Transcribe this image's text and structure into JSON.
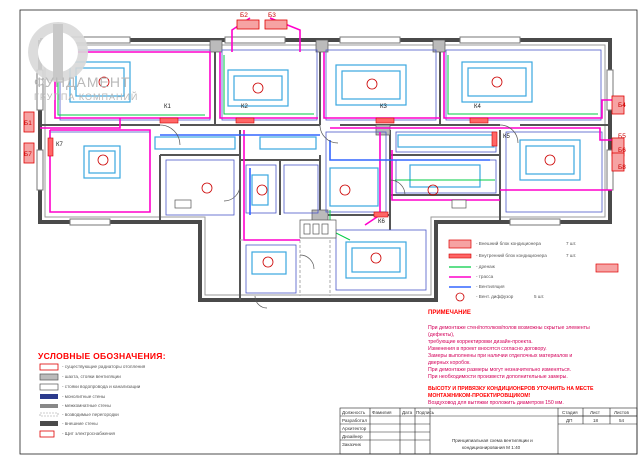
{
  "logo": {
    "title": "ФУНДАМЕНТ",
    "subtitle": "ГРУППА КОМПАНИЙ"
  },
  "outdoor_tags": [
    "Б1",
    "Б2",
    "Б3",
    "Б4",
    "Б5",
    "Б6",
    "Б7",
    "Б8"
  ],
  "indoor_tags": [
    "К1",
    "К2",
    "К3",
    "К4",
    "К5",
    "К6",
    "К7"
  ],
  "equipment": {
    "outdoor_units": "- Внешний блок кондиционера",
    "outdoor_units_count": "7 шт.",
    "indoor_units": "- Внутренний блок кондиционера",
    "indoor_units_count": "7 шт.",
    "drain": "- дренаж",
    "route": "- трасса",
    "ventilation": "- Вентиляция",
    "diffusers": "- Вент. диффузор",
    "diffusers_count": "5 шт."
  },
  "notes": {
    "header": "ПРИМЕЧАНИЕ",
    "lines": [
      "При демонтаже стен/потолков/полов возможны скрытые элементы",
      "(дефекты),",
      "требующие корректировки дизайн-проекта.",
      "Изменения в проект вносятся согласно договору.",
      "Замеры выполнены при наличии отделочных материалов и",
      "дверных коробок.",
      "При демонтаже размеры могут незначительно изменяться.",
      "При необходимости произвести дополнительные замеры."
    ],
    "emphasis": [
      "ВЫСОТУ И ПРИВЯЗКУ КОНДИЦИОНЕРОВ УТОЧНИТЬ НА МЕСТЕ",
      "МОНТАЖНИКОМ-ПРОЕКТИРОВЩИКОМ!"
    ],
    "last": "Воздуховод для вытяжки проложить диаметром 150 мм."
  },
  "legend": {
    "title": "УСЛОВНЫЕ ОБОЗНАЧЕНИЯ:",
    "items": [
      "- существующие радиаторы отопления",
      "- шахта, стояки вентиляции",
      "- стояки водопровода и канализации",
      "- монолитные стены",
      "- межкомнатные стены",
      "- возводимые перегородки",
      "- внешние стены",
      "- Щит электроснабжения"
    ]
  },
  "title_block": {
    "col_headers": [
      "Стадия",
      "Лист",
      "Листов"
    ],
    "col_values": [
      "ДП",
      "18",
      "54"
    ],
    "roles": [
      "Разработал",
      "Архитектор",
      "Дизайнер",
      "Заказчик"
    ],
    "sign_headers": [
      "Должность",
      "Фамилия",
      "Дата",
      "Подпись"
    ],
    "sheet_title_1": "Принципиальная схема вентиляции и",
    "sheet_title_2": "кондиционирования  М 1:40"
  },
  "colors": {
    "wall": "#555555",
    "route": "#ff00cc",
    "drain": "#00cc44",
    "vent": "#3399ff",
    "unit": "#e00000",
    "notes": "#d4005a"
  }
}
